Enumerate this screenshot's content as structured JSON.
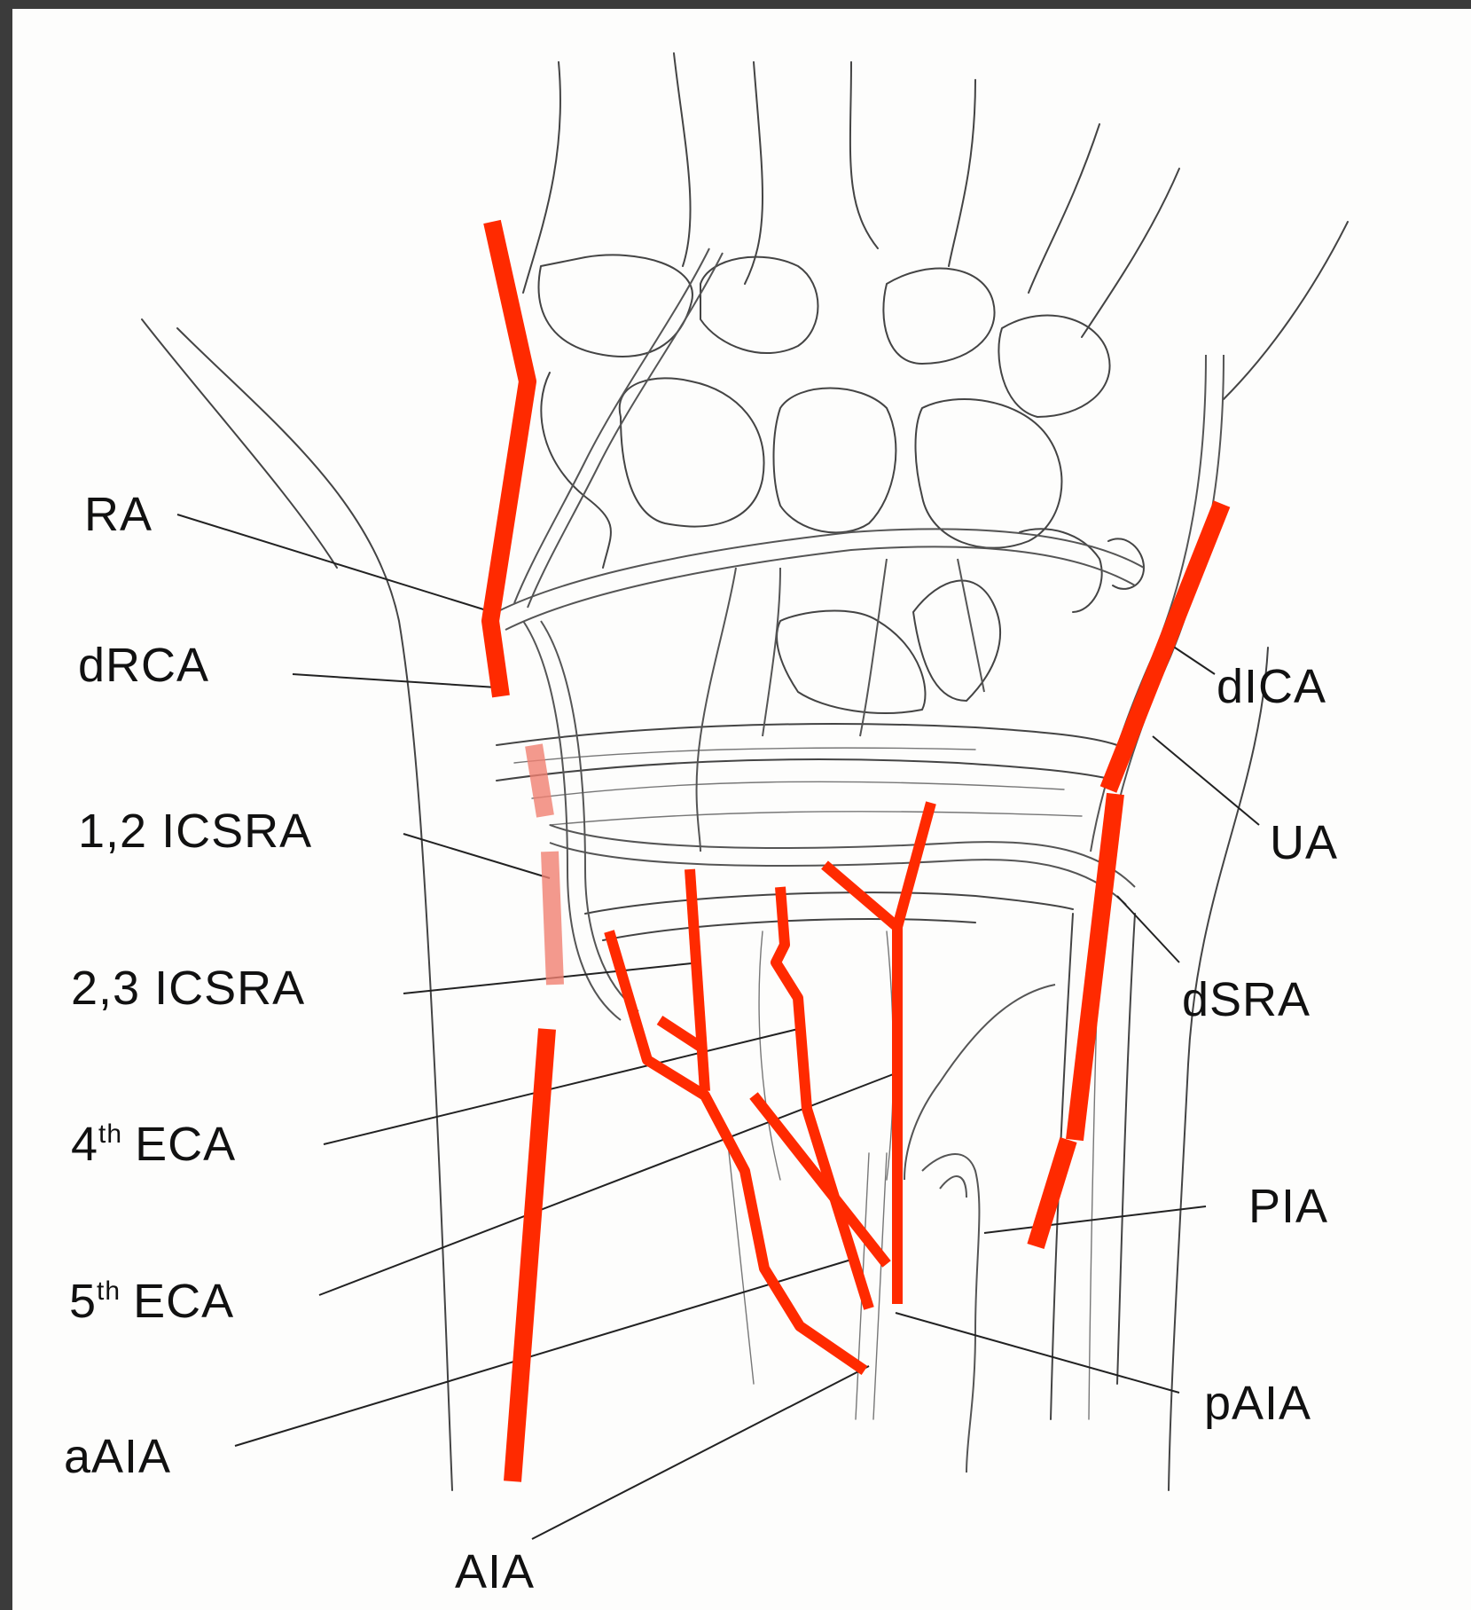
{
  "labels": {
    "RA": "RA",
    "dRCA": "dRCA",
    "icsra12": "1,2 ICSRA",
    "icsra23": "2,3 ICSRA",
    "eca4_num": "4",
    "eca4_sup": "th",
    "eca4_txt": "ECA",
    "eca5_num": "5",
    "eca5_sup": "th",
    "eca5_txt": "ECA",
    "aAIA": "aAIA",
    "AIA": "AIA",
    "dICA": "dICA",
    "UA": "UA",
    "dSRA": "dSRA",
    "PIA": "PIA",
    "pAIA": "pAIA"
  },
  "colors": {
    "artery_highlight": "#ff2a00",
    "artery_faded": "#f08070",
    "line_art": "#444444",
    "background": "#fdfdfc",
    "frame": "#3b3b3b"
  }
}
